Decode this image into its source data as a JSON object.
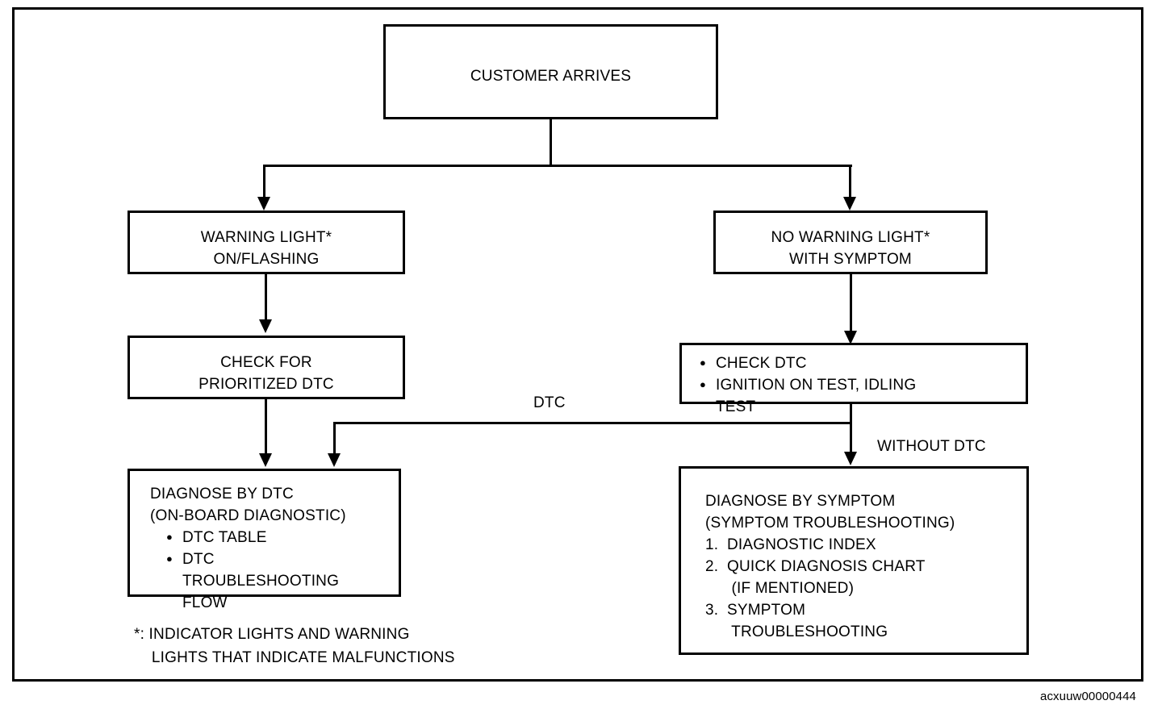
{
  "figure": {
    "id_label": "acxuuw00000444",
    "title": "Diagnostic flow chart"
  },
  "nodes": {
    "customer_arrives": {
      "text": "CUSTOMER ARRIVES"
    },
    "warning_light": {
      "line1": "WARNING LIGHT*",
      "line2": "ON/FLASHING"
    },
    "no_warning_light": {
      "line1": "NO WARNING LIGHT*",
      "line2": "WITH SYMPTOM"
    },
    "check_prioritized_dtc": {
      "line1": "CHECK FOR",
      "line2": "PRIORITIZED DTC"
    },
    "check_dtc_tests": {
      "bullets": [
        "CHECK DTC",
        "IGNITION ON TEST, IDLING\nTEST"
      ]
    },
    "diagnose_by_dtc": {
      "line1": "DIAGNOSE BY DTC",
      "line2": "(ON-BOARD DIAGNOSTIC)",
      "bullets": [
        "DTC TABLE",
        "DTC\nTROUBLESHOOTING\nFLOW"
      ]
    },
    "diagnose_by_symptom": {
      "line1": "DIAGNOSE BY SYMPTOM",
      "line2": "(SYMPTOM TROUBLESHOOTING)",
      "items": [
        "DIAGNOSTIC INDEX",
        "QUICK DIAGNOSIS CHART\n (IF MENTIONED)",
        "SYMPTOM\n TROUBLESHOOTING"
      ]
    }
  },
  "edge_labels": {
    "dtc": "DTC",
    "without_dtc": "WITHOUT DTC"
  },
  "footnote": {
    "line1": "*: INDICATOR LIGHTS AND WARNING",
    "line2": "    LIGHTS THAT INDICATE MALFUNCTIONS"
  },
  "colors": {
    "ink": "#000000",
    "paper": "#ffffff"
  }
}
